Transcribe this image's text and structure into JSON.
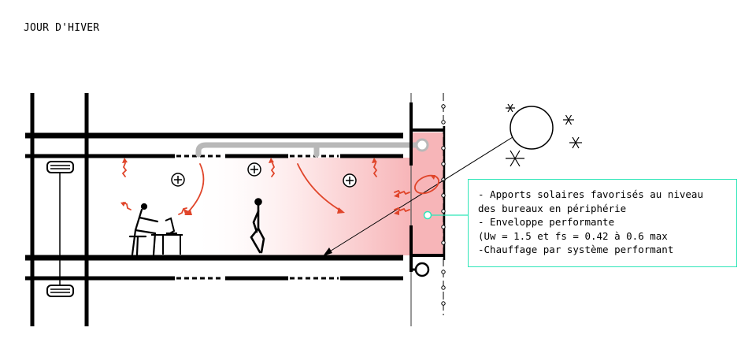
{
  "title": "JOUR D'HIVER",
  "callout": {
    "lines": [
      "- Apports solaires favorisés au niveau",
      "des bureaux en périphérie",
      "- Enveloppe performante",
      "(Uw = 1.5 et fs = 0.42 à 0.6 max",
      "-Chauffage par système performant"
    ],
    "border_color": "#2ee6b8"
  },
  "colors": {
    "structure": "#000000",
    "heat_arrows": "#e0452a",
    "warm_gradient": "#f7b5b8",
    "ducts": "#b8b8b8"
  },
  "icons": [
    "sun-icon",
    "snowflake-icon",
    "plus-circle-icon",
    "person-icon",
    "heat-arrow-icon"
  ]
}
